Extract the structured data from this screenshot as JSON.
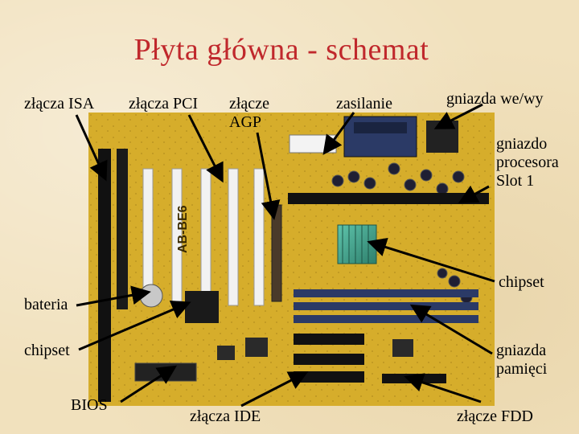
{
  "slide": {
    "title": "Płyta główna - schemat"
  },
  "labels": {
    "isa": "złącza ISA",
    "pci": "złącza PCI",
    "agp": "złącze AGP",
    "power": "zasilanie",
    "io": "gniazda we/wy",
    "cpu": "gniazdo procesora Slot 1",
    "chipset_right": "chipset",
    "battery": "bateria",
    "chipset_left": "chipset",
    "memory": "gniazda pamięci",
    "bios": "BIOS",
    "ide": "złącza IDE",
    "fdd": "złącze FDD"
  },
  "board": {
    "model_mark": "AB-BE6",
    "colors": {
      "pcb": "#d9b02a",
      "slot_black": "#111111",
      "slot_white": "#f2f2f2",
      "ram_blue": "#2b3a66",
      "heatsink": "#3fa08a",
      "title": "#c0282c"
    }
  }
}
